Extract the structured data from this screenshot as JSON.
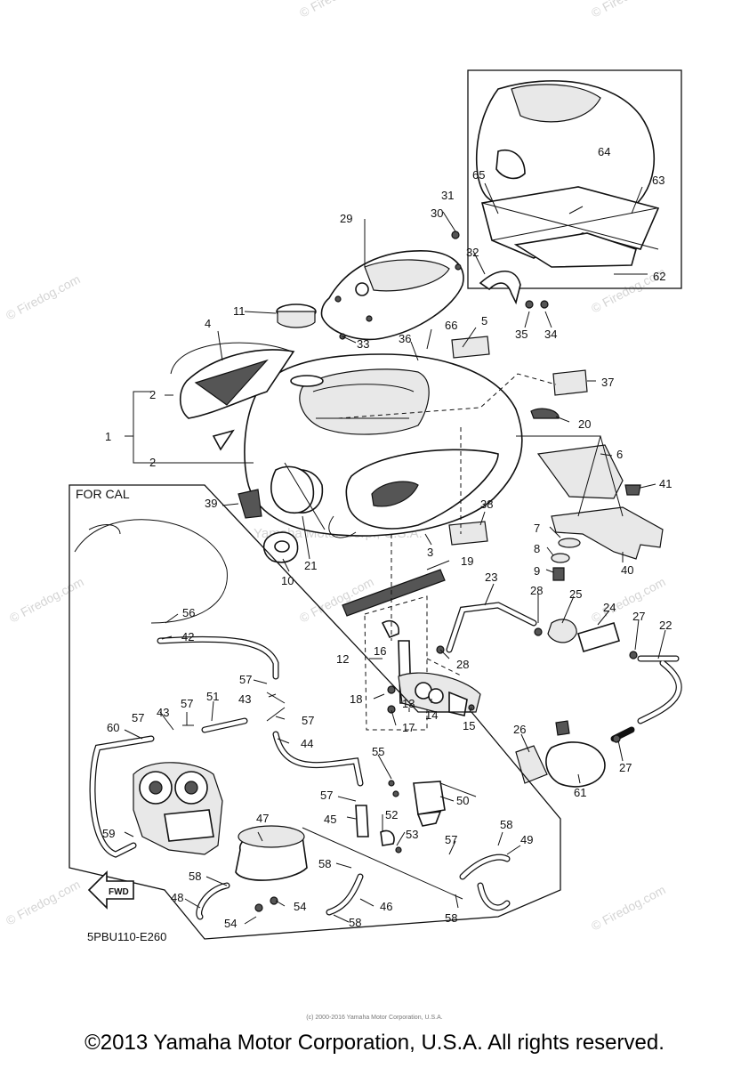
{
  "diagram": {
    "inset_label": "FOR CAL",
    "fwd_label": "FWD",
    "drawing_code": "5PBU110-E260",
    "center_watermark": "Yamaha Motor Corp., U.S.A."
  },
  "watermarks": {
    "firedog": "© Firedog.com"
  },
  "callouts": [
    {
      "id": "c1",
      "text": "1"
    },
    {
      "id": "c2a",
      "text": "2"
    },
    {
      "id": "c2b",
      "text": "2"
    },
    {
      "id": "c3",
      "text": "3"
    },
    {
      "id": "c4",
      "text": "4"
    },
    {
      "id": "c5",
      "text": "5"
    },
    {
      "id": "c6",
      "text": "6"
    },
    {
      "id": "c7",
      "text": "7"
    },
    {
      "id": "c8",
      "text": "8"
    },
    {
      "id": "c9",
      "text": "9"
    },
    {
      "id": "c10",
      "text": "10"
    },
    {
      "id": "c11",
      "text": "11"
    },
    {
      "id": "c12",
      "text": "12"
    },
    {
      "id": "c13",
      "text": "13"
    },
    {
      "id": "c14",
      "text": "14"
    },
    {
      "id": "c15",
      "text": "15"
    },
    {
      "id": "c16",
      "text": "16"
    },
    {
      "id": "c17",
      "text": "17"
    },
    {
      "id": "c18",
      "text": "18"
    },
    {
      "id": "c19",
      "text": "19"
    },
    {
      "id": "c20",
      "text": "20"
    },
    {
      "id": "c21",
      "text": "21"
    },
    {
      "id": "c22",
      "text": "22"
    },
    {
      "id": "c23",
      "text": "23"
    },
    {
      "id": "c24",
      "text": "24"
    },
    {
      "id": "c25",
      "text": "25"
    },
    {
      "id": "c26",
      "text": "26"
    },
    {
      "id": "c27a",
      "text": "27"
    },
    {
      "id": "c27b",
      "text": "27"
    },
    {
      "id": "c28a",
      "text": "28"
    },
    {
      "id": "c28b",
      "text": "28"
    },
    {
      "id": "c29",
      "text": "29"
    },
    {
      "id": "c30",
      "text": "30"
    },
    {
      "id": "c31",
      "text": "31"
    },
    {
      "id": "c32",
      "text": "32"
    },
    {
      "id": "c33",
      "text": "33"
    },
    {
      "id": "c34",
      "text": "34"
    },
    {
      "id": "c35",
      "text": "35"
    },
    {
      "id": "c36",
      "text": "36"
    },
    {
      "id": "c37",
      "text": "37"
    },
    {
      "id": "c38",
      "text": "38"
    },
    {
      "id": "c39",
      "text": "39"
    },
    {
      "id": "c40",
      "text": "40"
    },
    {
      "id": "c41",
      "text": "41"
    },
    {
      "id": "c42",
      "text": "42"
    },
    {
      "id": "c43a",
      "text": "43"
    },
    {
      "id": "c43b",
      "text": "43"
    },
    {
      "id": "c44",
      "text": "44"
    },
    {
      "id": "c45",
      "text": "45"
    },
    {
      "id": "c46",
      "text": "46"
    },
    {
      "id": "c47",
      "text": "47"
    },
    {
      "id": "c48",
      "text": "48"
    },
    {
      "id": "c49",
      "text": "49"
    },
    {
      "id": "c50",
      "text": "50"
    },
    {
      "id": "c51",
      "text": "51"
    },
    {
      "id": "c52",
      "text": "52"
    },
    {
      "id": "c53",
      "text": "53"
    },
    {
      "id": "c54a",
      "text": "54"
    },
    {
      "id": "c54b",
      "text": "54"
    },
    {
      "id": "c55",
      "text": "55"
    },
    {
      "id": "c56",
      "text": "56"
    },
    {
      "id": "c57a",
      "text": "57"
    },
    {
      "id": "c57b",
      "text": "57"
    },
    {
      "id": "c57c",
      "text": "57"
    },
    {
      "id": "c57d",
      "text": "57"
    },
    {
      "id": "c57e",
      "text": "57"
    },
    {
      "id": "c57f",
      "text": "57"
    },
    {
      "id": "c58a",
      "text": "58"
    },
    {
      "id": "c58b",
      "text": "58"
    },
    {
      "id": "c58c",
      "text": "58"
    },
    {
      "id": "c58d",
      "text": "58"
    },
    {
      "id": "c58e",
      "text": "58"
    },
    {
      "id": "c59",
      "text": "59"
    },
    {
      "id": "c60",
      "text": "60"
    },
    {
      "id": "c61",
      "text": "61"
    },
    {
      "id": "c62",
      "text": "62"
    },
    {
      "id": "c63",
      "text": "63"
    },
    {
      "id": "c64",
      "text": "64"
    },
    {
      "id": "c65",
      "text": "65"
    },
    {
      "id": "c66",
      "text": "66"
    }
  ],
  "footer": {
    "copyright": "©2013 Yamaha Motor Corporation, U.S.A. All rights reserved.",
    "fine_print": "(c) 2000-2016 Yamaha Motor Corporation, U.S.A."
  }
}
